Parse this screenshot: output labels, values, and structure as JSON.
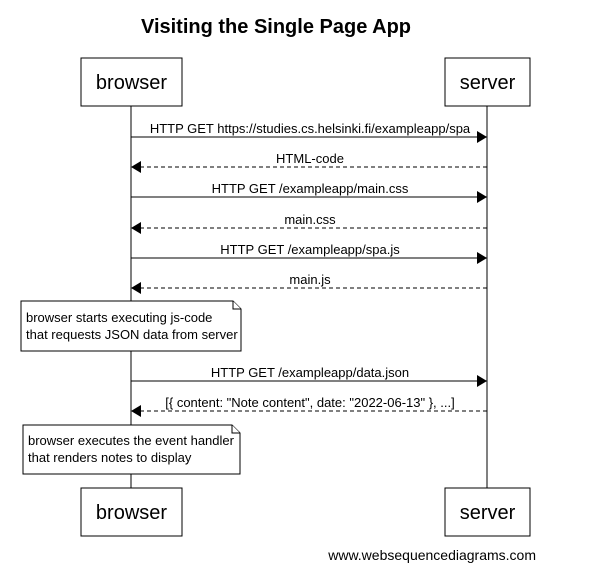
{
  "title": "Visiting the Single Page App",
  "participants": {
    "browser": "browser",
    "server": "server"
  },
  "messages": [
    {
      "from": "browser",
      "to": "server",
      "label": "HTTP GET https://studies.cs.helsinki.fi/exampleapp/spa",
      "style": "solid"
    },
    {
      "from": "server",
      "to": "browser",
      "label": "HTML-code",
      "style": "dashed"
    },
    {
      "from": "browser",
      "to": "server",
      "label": "HTTP GET /exampleapp/main.css",
      "style": "solid"
    },
    {
      "from": "server",
      "to": "browser",
      "label": "main.css",
      "style": "dashed"
    },
    {
      "from": "browser",
      "to": "server",
      "label": "HTTP GET /exampleapp/spa.js",
      "style": "solid"
    },
    {
      "from": "server",
      "to": "browser",
      "label": "main.js",
      "style": "dashed"
    },
    {
      "from": "browser",
      "to": "server",
      "label": "HTTP GET /exampleapp/data.json",
      "style": "solid"
    },
    {
      "from": "server",
      "to": "browser",
      "label": "[{ content: \"Note content\", date: \"2022-06-13\" }, ...]",
      "style": "dashed"
    }
  ],
  "notes": [
    {
      "over": "browser",
      "lines": [
        "browser starts executing js-code",
        "that requests JSON data from server"
      ]
    },
    {
      "over": "browser",
      "lines": [
        "browser executes the event handler",
        "that renders notes to display"
      ]
    }
  ],
  "footer": "www.websequencediagrams.com"
}
